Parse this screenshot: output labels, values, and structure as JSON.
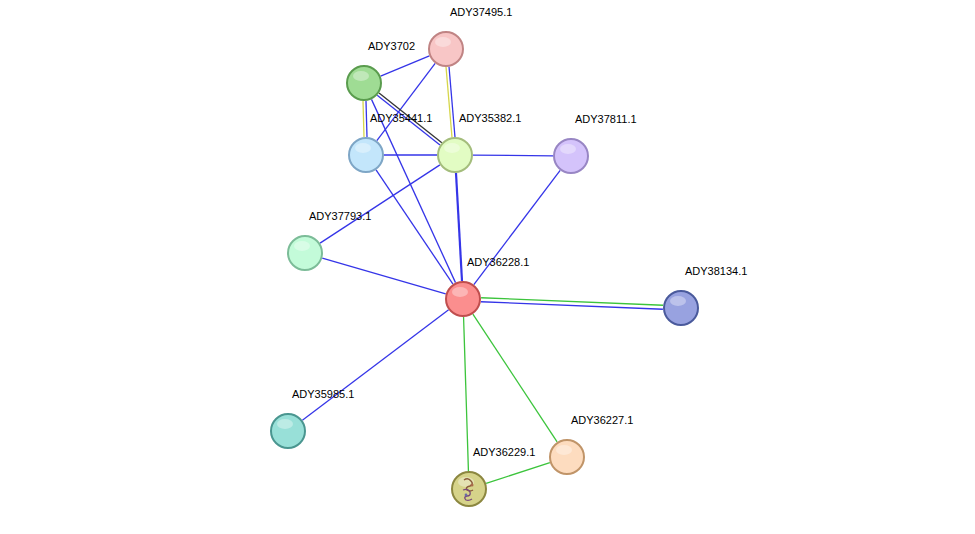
{
  "diagram": {
    "nodes": [
      {
        "text": [
          "ADY37495.1"
        ]
      },
      {
        "text": [
          "ADY3702"
        ]
      },
      {
        "text": [
          "ADY35441.1"
        ]
      },
      {
        "text": [
          "ADY35382.1"
        ]
      },
      {
        "text": [
          "ADY37811.1"
        ]
      },
      {
        "text": [
          "ADY37793.1"
        ]
      },
      {
        "text": [
          "ADY36228.1"
        ]
      },
      {
        "text": [
          "ADY38134.1"
        ]
      },
      {
        "text": [
          "ADY35985.1"
        ]
      },
      {
        "text": [
          "ADY36227.1"
        ]
      },
      {
        "text": [
          "ADY36229.1"
        ]
      }
    ],
    "edges": [
      {
        "from": 0,
        "to": 1,
        "arrow": "none"
      },
      {
        "from": 0,
        "to": 2,
        "arrow": "none"
      },
      {
        "from": 0,
        "to": 3,
        "arrow": "none"
      },
      {
        "from": 0,
        "to": 3,
        "arrow": "none"
      },
      {
        "from": 1,
        "to": 2,
        "arrow": "none"
      },
      {
        "from": 1,
        "to": 2,
        "arrow": "none"
      },
      {
        "from": 1,
        "to": 3,
        "arrow": "none"
      },
      {
        "from": 1,
        "to": 3,
        "arrow": "none"
      },
      {
        "from": 1,
        "to": 6,
        "arrow": "none"
      },
      {
        "from": 2,
        "to": 3,
        "arrow": "none"
      },
      {
        "from": 2,
        "to": 6,
        "arrow": "none"
      },
      {
        "from": 3,
        "to": 4,
        "arrow": "none"
      },
      {
        "from": 3,
        "to": 6,
        "arrow": "none"
      },
      {
        "from": 3,
        "to": 5,
        "arrow": "none"
      },
      {
        "from": 5,
        "to": 6,
        "arrow": "none"
      },
      {
        "from": 4,
        "to": 6,
        "arrow": "none"
      },
      {
        "from": 6,
        "to": 7,
        "arrow": "none"
      },
      {
        "from": 6,
        "to": 7,
        "arrow": "none"
      },
      {
        "from": 6,
        "to": 8,
        "arrow": "none"
      },
      {
        "from": 6,
        "to": 10,
        "arrow": "none"
      },
      {
        "from": 6,
        "to": 9,
        "arrow": "none"
      },
      {
        "from": 10,
        "to": 9,
        "arrow": "none"
      }
    ]
  }
}
